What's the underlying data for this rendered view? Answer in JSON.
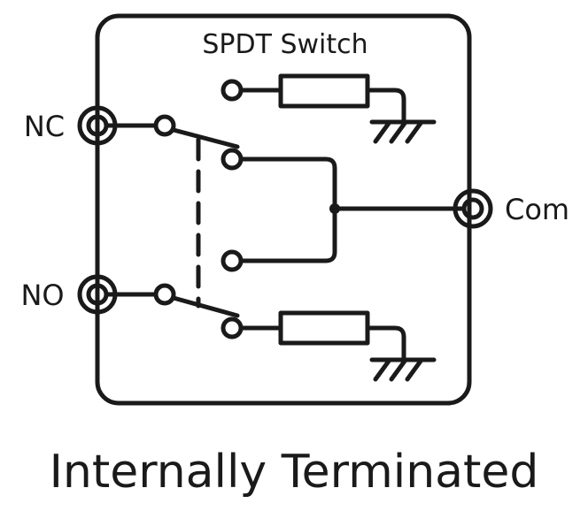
{
  "diagram": {
    "title": "SPDT Switch",
    "ports": {
      "nc": "NC",
      "no": "NO",
      "com": "Com"
    }
  },
  "caption": "Internally Terminated",
  "colors": {
    "ink": "#1a1a1a",
    "background": "#ffffff"
  }
}
